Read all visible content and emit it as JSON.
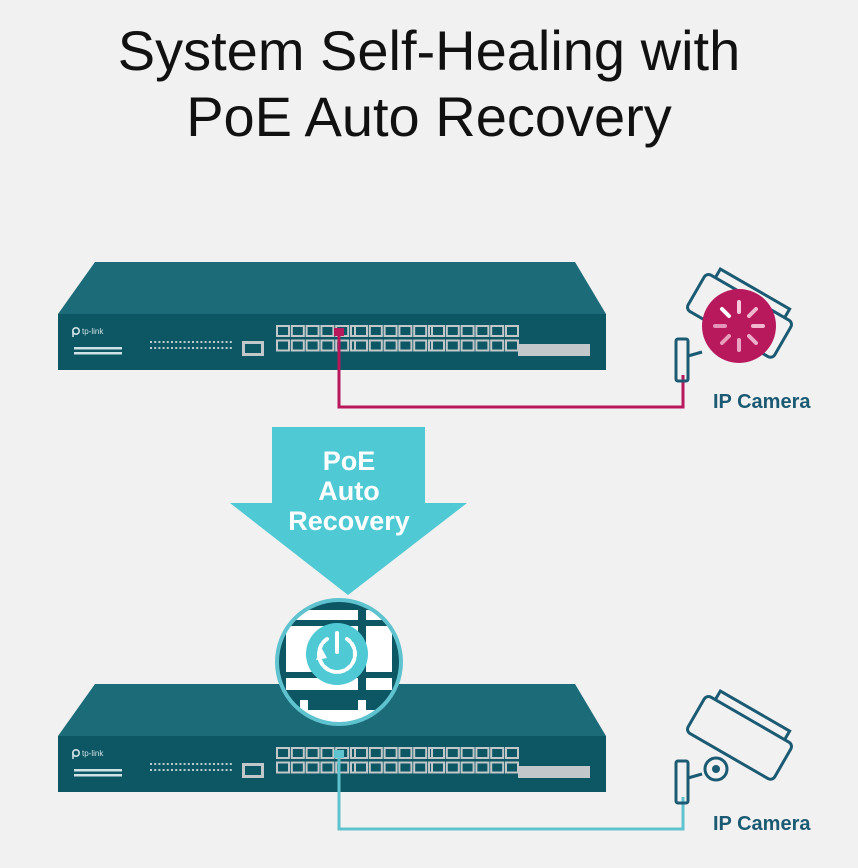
{
  "title": {
    "line1": "System Self-Healing with",
    "line2": "PoE Auto Recovery"
  },
  "colors": {
    "background": "#f1f1f1",
    "switch_top": "#1b6b78",
    "switch_front": "#0d5663",
    "port": "#c2c8ca",
    "failed_link": "#b8195d",
    "recovered_link": "#5ec3cf",
    "arrow": "#4fc9d4",
    "label": "#1b5a73"
  },
  "switch_top": {
    "brand": "tp-link"
  },
  "switch_bottom": {
    "brand": "tp-link"
  },
  "recovery_arrow": {
    "line1": "PoE",
    "line2": "Auto",
    "line3": "Recovery"
  },
  "camera_top": {
    "label": "IP Camera",
    "status_icon": "loading-spinner-icon"
  },
  "camera_bottom": {
    "label": "IP Camera",
    "status_icon": "camera-lens-icon"
  },
  "magnifier": {
    "icon": "power-restart-icon"
  }
}
